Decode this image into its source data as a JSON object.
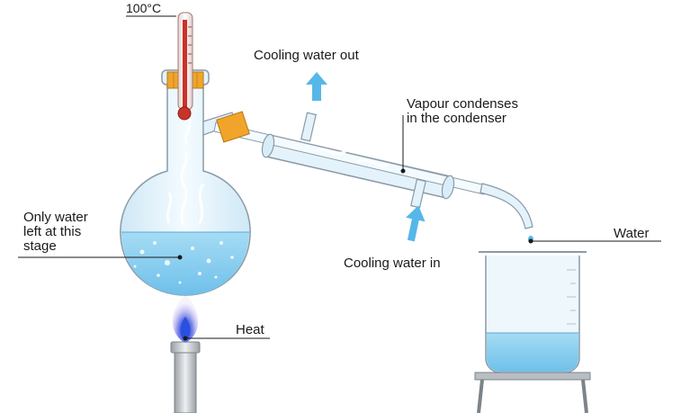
{
  "labels": {
    "thermometer_reading": "100°C",
    "cooling_water_out": "Cooling water out",
    "vapour_line1": "Vapour condenses",
    "vapour_line2": "in the condenser",
    "only_water_line1": "Only water",
    "only_water_line2": "left at this",
    "only_water_line3": "stage",
    "cooling_water_in": "Cooling water in",
    "water": "Water",
    "heat": "Heat"
  },
  "colors": {
    "water_fill": "#8fd0ef",
    "glass_tint": "#e4f3fb",
    "glass_edge": "#8a9aa6",
    "arrow_blue": "#56b8e8",
    "thermometer_red": "#c9332b",
    "stopper_orange": "#f0a52a",
    "flame_blue": "#3b5fe0",
    "flame_purple": "#b48be6"
  }
}
